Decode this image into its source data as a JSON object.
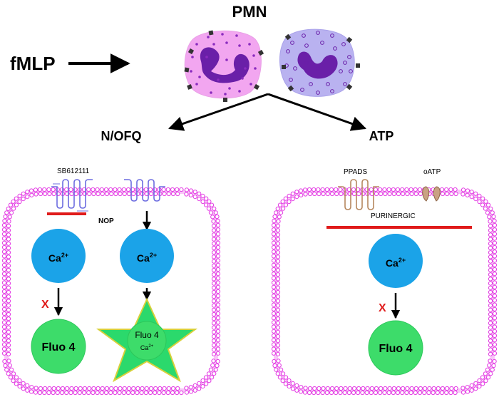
{
  "title": "PMN",
  "stimulus": "fMLP",
  "branches": {
    "left": "N/OFQ",
    "right": "ATP"
  },
  "left_cell": {
    "antagonist": "SB612111",
    "receptor": "NOP",
    "ion_blocked": "Ca",
    "ion_blocked_sup": "2+",
    "ion_active": "Ca",
    "ion_active_sup": "2+",
    "block_mark": "X",
    "dye_inactive": "Fluo 4",
    "dye_active": "Fluo 4",
    "dye_active_ion": "Ca",
    "dye_active_ion_sup": "2+"
  },
  "right_cell": {
    "antagonist_1": "PPADS",
    "antagonist_2": "oATP",
    "receptor": "PURINERGIC",
    "ion": "Ca",
    "ion_sup": "2+",
    "block_mark": "X",
    "dye": "Fluo 4"
  },
  "colors": {
    "membrane": "#e33ce3",
    "membrane_fill": "#f8c6f8",
    "receptor_nop": "#6c6ce0",
    "receptor_purinergic": "#b5875e",
    "calcium": "#1ba3e8",
    "fluo": "#3ddc6a",
    "fluo_star": "#2bd96c",
    "star_edge": "#d8d03a",
    "block_bar": "#e01b1b",
    "cell_pink": "#f2a6f0",
    "cell_blue": "#b9b2f0",
    "nucleus": "#6a1fa8"
  }
}
